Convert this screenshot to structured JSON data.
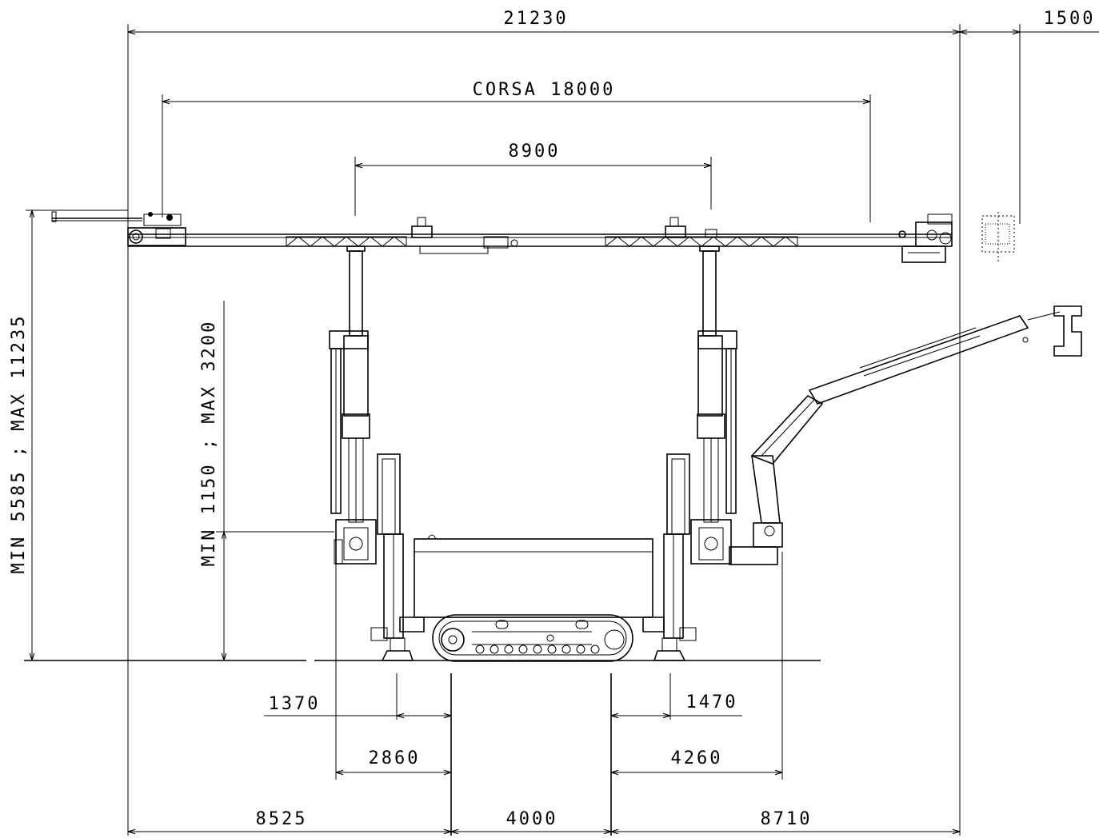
{
  "dimensions": {
    "overall_length": "21230",
    "front_extension": "1500",
    "stroke": "CORSA 18000",
    "leg_spacing": "8900",
    "height_total": "MIN 5585 ; MAX 11235",
    "height_leg": "MIN 1150 ; MAX 3200",
    "left_inner_1": "1370",
    "left_inner_2": "2860",
    "right_inner_1": "1470",
    "right_inner_2": "4260",
    "left_overall": "8525",
    "track_base": "4000",
    "right_overall": "8710"
  }
}
